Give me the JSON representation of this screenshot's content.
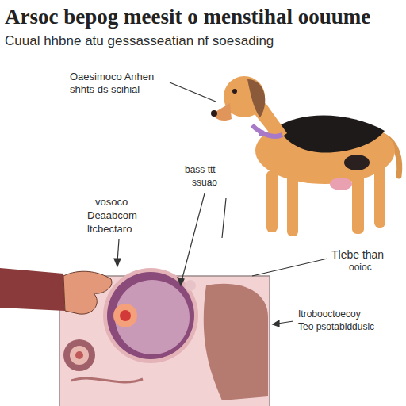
{
  "diagram": {
    "title": "Arsoc bepog meesit o menstihal oouume",
    "labels": [
      "Cuual hhbne atu gessasseatian nf soesading",
      "Oaesimoco Anhen",
      "shhts ds scihial",
      "bass ttt",
      "ssuao",
      "vosoco",
      "Deaabcom",
      "ltcbectaro",
      "Tlebe than",
      "ooioc",
      "Itrobooctoecoy",
      "Teo psotabiddusic"
    ]
  }
}
